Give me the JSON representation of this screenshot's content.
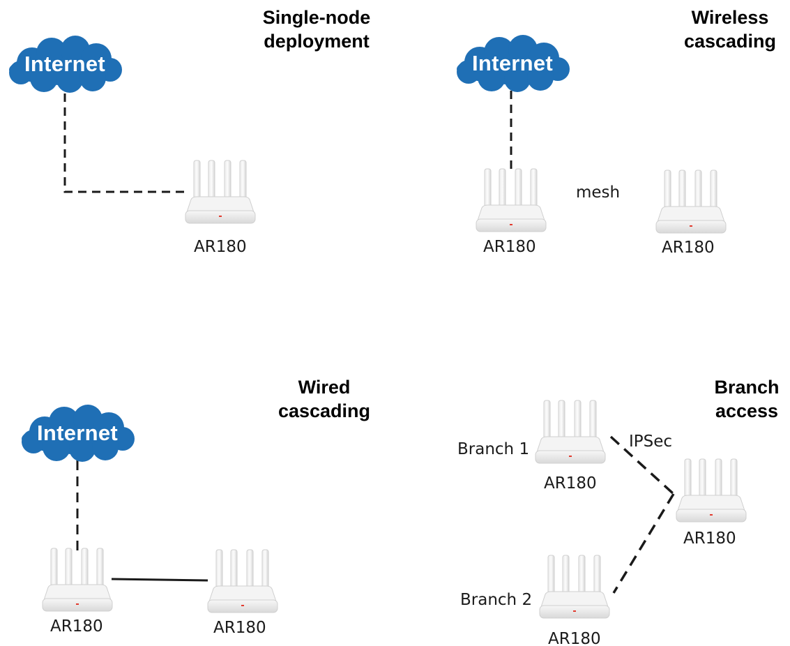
{
  "titles": {
    "single": [
      "Single-node",
      "deployment"
    ],
    "wireless": [
      "Wireless",
      "cascading"
    ],
    "wired": [
      "Wired",
      "cascading"
    ],
    "branch": [
      "Branch",
      "access"
    ]
  },
  "clouds": {
    "single": "Internet",
    "wireless": "Internet",
    "wired": "Internet"
  },
  "routers": {
    "single": "AR180",
    "wireless_main": "AR180",
    "wireless_remote": "AR180",
    "wired_main": "AR180",
    "wired_remote": "AR180",
    "branch1": "AR180",
    "branch2": "AR180",
    "hq": "AR180"
  },
  "links": {
    "mesh": "mesh",
    "ipsec": "IPSec"
  },
  "branch_labels": {
    "branch1": "Branch 1",
    "branch2": "Branch 2"
  },
  "colors": {
    "cloud": "#1f6fb5",
    "router_body": "#f2f2f2",
    "router_outline": "#cfcfcf",
    "indicator": "#e23a2e",
    "line": "#1a1a1a"
  }
}
